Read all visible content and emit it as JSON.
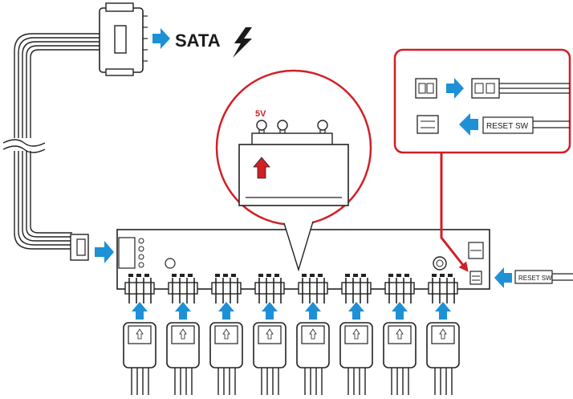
{
  "labels": {
    "sata": "SATA",
    "voltage": "5V",
    "reset_sw_inset": "RESET SW",
    "reset_sw_main": "RESET SW"
  },
  "colors": {
    "arrow_blue": "#1e90d6",
    "highlight_red": "#d11f26",
    "line": "#1a1a1a"
  },
  "icons": {
    "power": "lightning-bolt-icon",
    "direction": "arrow-right-icon",
    "up": "arrow-up-icon"
  },
  "fan_headers": {
    "count": 8
  }
}
